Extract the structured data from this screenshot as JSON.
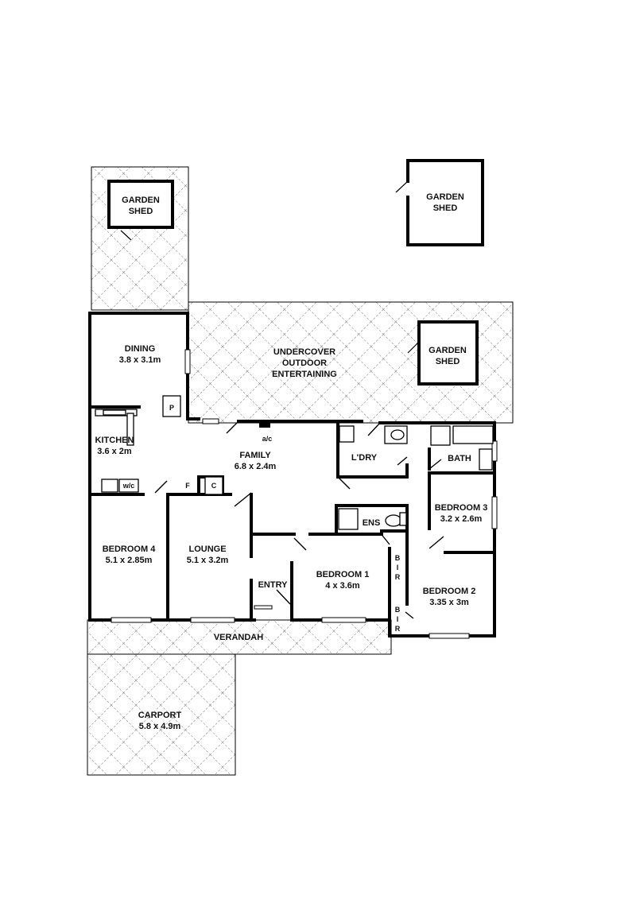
{
  "rooms": {
    "garden_shed_1": {
      "name": "GARDEN",
      "name2": "SHED"
    },
    "garden_shed_2": {
      "name": "GARDEN",
      "name2": "SHED"
    },
    "garden_shed_3": {
      "name": "GARDEN",
      "name2": "SHED"
    },
    "dining": {
      "name": "DINING",
      "size": "3.8 x 3.1m"
    },
    "undercover": {
      "line1": "UNDERCOVER",
      "line2": "OUTDOOR",
      "line3": "ENTERTAINING"
    },
    "kitchen": {
      "name": "KITCHEN",
      "size": "3.6 x 2m"
    },
    "family": {
      "name": "FAMILY",
      "size": "6.8 x 2.4m"
    },
    "laundry": {
      "name": "L'DRY"
    },
    "bath": {
      "name": "BATH"
    },
    "bedroom3": {
      "name": "BEDROOM 3",
      "size": "3.2 x 2.6m"
    },
    "ensuite": {
      "name": "ENS"
    },
    "bedroom4": {
      "name": "BEDROOM 4",
      "size": "5.1 x 2.85m"
    },
    "lounge": {
      "name": "LOUNGE",
      "size": "5.1 x 3.2m"
    },
    "bedroom1": {
      "name": "BEDROOM 1",
      "size": "4 x 3.6m"
    },
    "bedroom2": {
      "name": "BEDROOM 2",
      "size": "3.35 x 3m"
    },
    "entry": {
      "name": "ENTRY"
    },
    "verandah": {
      "name": "VERANDAH"
    },
    "carport": {
      "name": "CARPORT",
      "size": "5.8 x 4.9m"
    }
  },
  "fixtures": {
    "pantry": "P",
    "fridge": "F",
    "cupboard": "C",
    "washer": "w/c",
    "aircon": "a/c",
    "bir_b": "B",
    "bir_i": "I",
    "bir_r": "R"
  }
}
